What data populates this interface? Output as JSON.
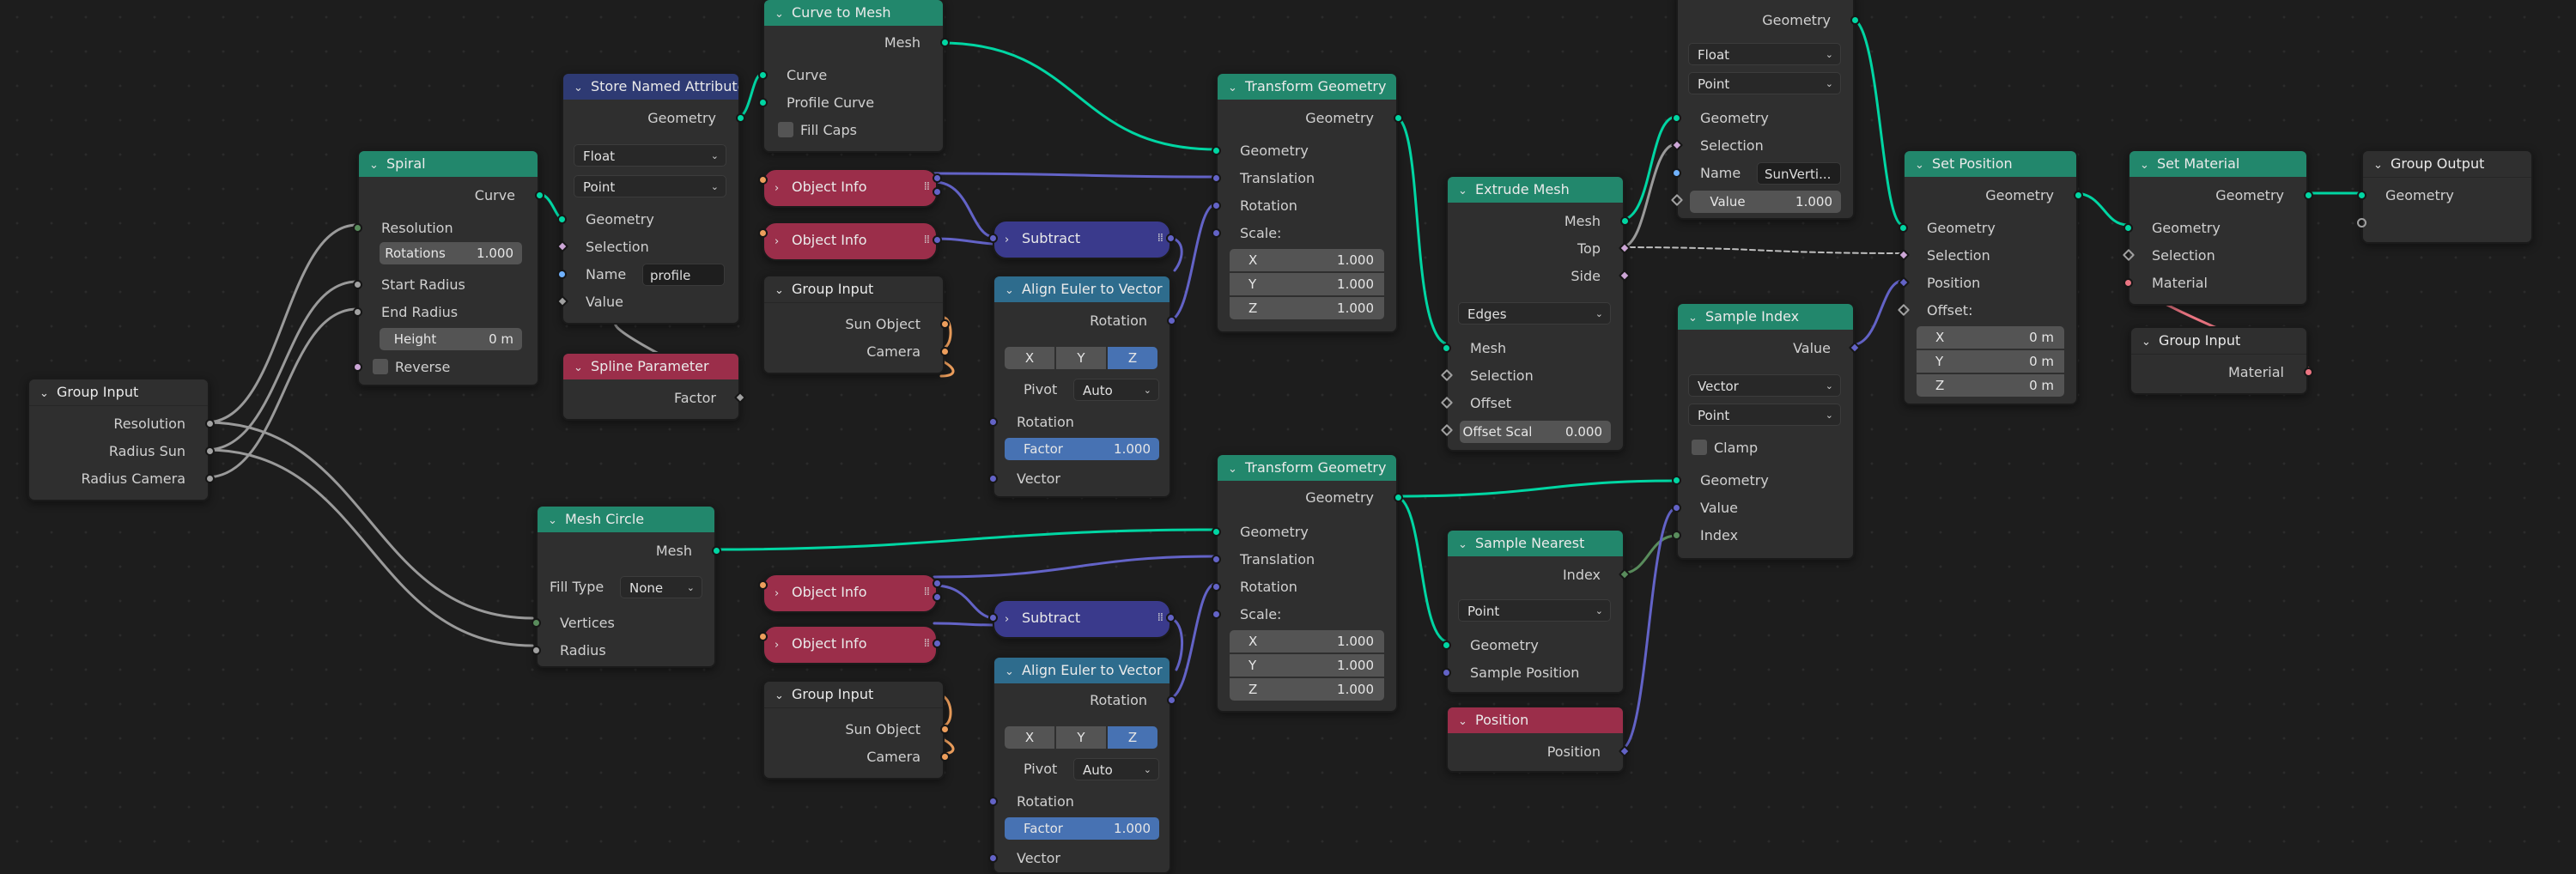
{
  "colors": {
    "geometry": "#00d6a3",
    "float": "#a1a1a1",
    "vector": "#6363c7",
    "string": "#70b2ff",
    "object": "#ed9e5c",
    "material": "#eb7582",
    "integer": "#598c5c",
    "boolean": "#cca6d6",
    "header_geometry": "#22876c",
    "header_attribute": "#2e3a73",
    "header_input": "#9b2e4a",
    "header_converter": "#2e6c8d",
    "header_subtract": "#3a3a8c",
    "factor_field": "#4772b3"
  },
  "group_input_1": {
    "title": "Group Input",
    "resolution": "Resolution",
    "radius_sun": "Radius Sun",
    "radius_camera": "Radius Camera"
  },
  "spiral": {
    "title": "Spiral",
    "curve": "Curve",
    "resolution": "Resolution",
    "rotations_label": "Rotations",
    "rotations_value": "1.000",
    "start_radius": "Start Radius",
    "end_radius": "End Radius",
    "height_label": "Height",
    "height_value": "0 m",
    "reverse": "Reverse"
  },
  "store_named": {
    "title": "Store Named Attribute",
    "geometry_out": "Geometry",
    "type": "Float",
    "domain": "Point",
    "geometry_in": "Geometry",
    "selection": "Selection",
    "name_label": "Name",
    "name_value": "profile",
    "value": "Value"
  },
  "spline_param": {
    "title": "Spline Parameter",
    "factor": "Factor"
  },
  "curve_to_mesh": {
    "title": "Curve to Mesh",
    "mesh": "Mesh",
    "curve": "Curve",
    "profile_curve": "Profile Curve",
    "fill_caps": "Fill Caps"
  },
  "object_info_1": {
    "title": "Object Info"
  },
  "object_info_2": {
    "title": "Object Info"
  },
  "object_info_3": {
    "title": "Object Info"
  },
  "object_info_4": {
    "title": "Object Info"
  },
  "group_input_2": {
    "title": "Group Input",
    "sun_object": "Sun Object",
    "camera": "Camera"
  },
  "group_input_3": {
    "title": "Group Input",
    "sun_object": "Sun Object",
    "camera": "Camera"
  },
  "subtract_1": {
    "title": "Subtract"
  },
  "subtract_2": {
    "title": "Subtract"
  },
  "align_euler_1": {
    "title": "Align Euler to Vector",
    "rotation_out": "Rotation",
    "x": "X",
    "y": "Y",
    "z": "Z",
    "pivot_label": "Pivot",
    "pivot_value": "Auto",
    "rotation_in": "Rotation",
    "factor_label": "Factor",
    "factor_value": "1.000",
    "vector": "Vector"
  },
  "align_euler_2": {
    "title": "Align Euler to Vector",
    "rotation_out": "Rotation",
    "x": "X",
    "y": "Y",
    "z": "Z",
    "pivot_label": "Pivot",
    "pivot_value": "Auto",
    "rotation_in": "Rotation",
    "factor_label": "Factor",
    "factor_value": "1.000",
    "vector": "Vector"
  },
  "transform_1": {
    "title": "Transform Geometry",
    "geometry_out": "Geometry",
    "geometry_in": "Geometry",
    "translation": "Translation",
    "rotation": "Rotation",
    "scale": "Scale:",
    "x": "X",
    "y": "Y",
    "z": "Z",
    "x_val": "1.000",
    "y_val": "1.000",
    "z_val": "1.000"
  },
  "transform_2": {
    "title": "Transform Geometry",
    "geometry_out": "Geometry",
    "geometry_in": "Geometry",
    "translation": "Translation",
    "rotation": "Rotation",
    "scale": "Scale:",
    "x": "X",
    "y": "Y",
    "z": "Z",
    "x_val": "1.000",
    "y_val": "1.000",
    "z_val": "1.000"
  },
  "mesh_circle": {
    "title": "Mesh Circle",
    "mesh": "Mesh",
    "fill_type_label": "Fill Type",
    "fill_type_value": "None",
    "vertices": "Vertices",
    "radius": "Radius"
  },
  "extrude_mesh": {
    "title": "Extrude Mesh",
    "mesh_out": "Mesh",
    "top": "Top",
    "side": "Side",
    "mode": "Edges",
    "mesh_in": "Mesh",
    "selection": "Selection",
    "offset": "Offset",
    "offset_scale_label": "Offset Scal",
    "offset_scale_value": "0.000"
  },
  "sample_nearest": {
    "title": "Sample Nearest",
    "index": "Index",
    "domain": "Point",
    "geometry": "Geometry",
    "sample_position": "Sample Position"
  },
  "position": {
    "title": "Position",
    "position": "Position"
  },
  "store_named_2": {
    "geometry_out": "Geometry",
    "type": "Float",
    "domain": "Point",
    "geometry_in": "Geometry",
    "selection": "Selection",
    "name_label": "Name",
    "name_value": "SunVerti...",
    "value_label": "Value",
    "value_value": "1.000"
  },
  "sample_index": {
    "title": "Sample Index",
    "value_out": "Value",
    "type": "Vector",
    "domain": "Point",
    "clamp": "Clamp",
    "geometry": "Geometry",
    "value_in": "Value",
    "index": "Index"
  },
  "set_position": {
    "title": "Set Position",
    "geometry_out": "Geometry",
    "geometry_in": "Geometry",
    "selection": "Selection",
    "position": "Position",
    "offset": "Offset:",
    "x": "X",
    "y": "Y",
    "z": "Z",
    "x_val": "0 m",
    "y_val": "0 m",
    "z_val": "0 m"
  },
  "set_material": {
    "title": "Set Material",
    "geometry_out": "Geometry",
    "geometry_in": "Geometry",
    "selection": "Selection",
    "material": "Material"
  },
  "group_input_4": {
    "title": "Group Input",
    "material": "Material"
  },
  "group_output": {
    "title": "Group Output",
    "geometry": "Geometry"
  }
}
